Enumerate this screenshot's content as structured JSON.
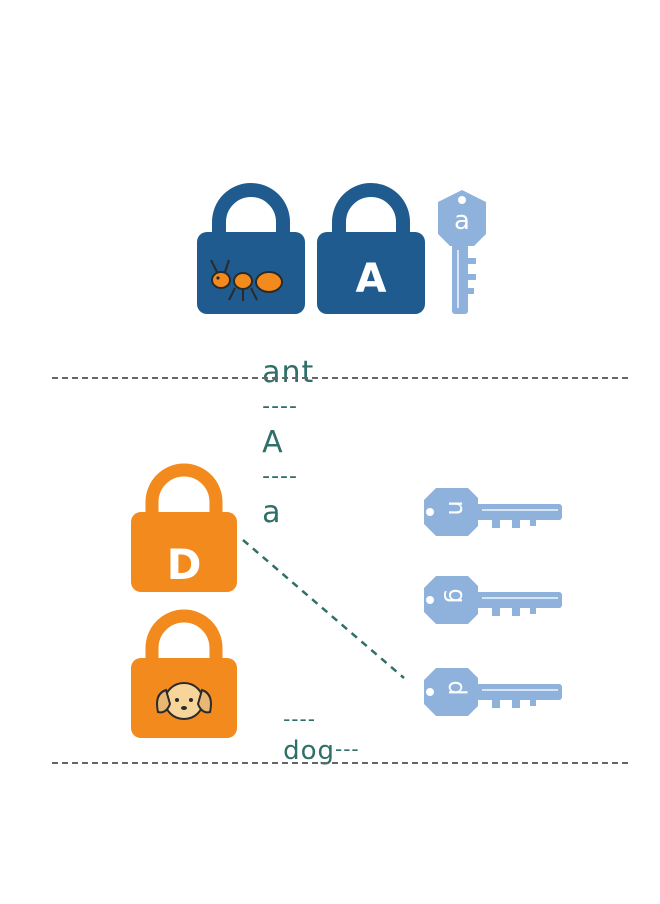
{
  "example": {
    "word": "ant",
    "dash1": "----",
    "upper": "A",
    "dash2": "----",
    "lower": "a"
  },
  "puzzle": {
    "lock_top_letter": "D",
    "caption_dash1": "----",
    "caption_word": "dog",
    "caption_dash2": "---",
    "keys": [
      "n",
      "g",
      "d"
    ]
  },
  "colors": {
    "navy_lock": "#1f5b8e",
    "orange_lock": "#f28a1e",
    "key_blue": "#8fb2dc",
    "caption": "#2f6f68"
  },
  "icons": [
    "ant-icon",
    "dog-face-icon"
  ]
}
